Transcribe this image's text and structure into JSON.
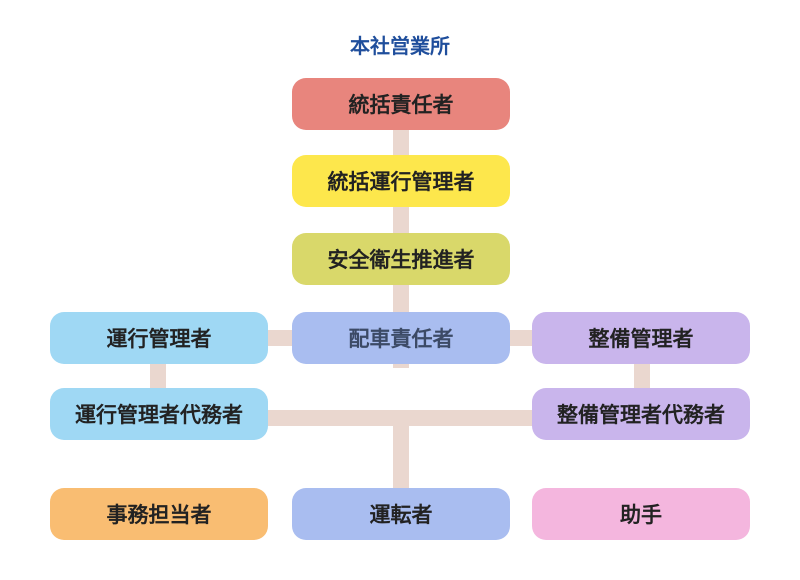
{
  "title": "本社営業所",
  "nodes": {
    "toukatsu_sekininsha": {
      "label": "統括責任者",
      "color": "#e8857d"
    },
    "toukatsu_unkou_kanrisha": {
      "label": "統括運行管理者",
      "color": "#fde74c"
    },
    "anzen_eisei_suishinsha": {
      "label": "安全衛生推進者",
      "color": "#d9d86a"
    },
    "unkou_kanrisha": {
      "label": "運行管理者",
      "color": "#9fd8f4"
    },
    "haisha_sekininsha": {
      "label": "配車責任者",
      "color": "#a9bdf0"
    },
    "seibi_kanrisha": {
      "label": "整備管理者",
      "color": "#c9b5ec"
    },
    "unkou_kanrisha_dairi": {
      "label": "運行管理者代務者",
      "color": "#9fd8f4"
    },
    "seibi_kanrisha_dairi": {
      "label": "整備管理者代務者",
      "color": "#c9b5ec"
    },
    "jimu_tantousha": {
      "label": "事務担当者",
      "color": "#f9bd72"
    },
    "untensha": {
      "label": "運転者",
      "color": "#a9bdf0"
    },
    "joshu": {
      "label": "助手",
      "color": "#f4b6de"
    }
  },
  "connector_color": "#ead7cf"
}
